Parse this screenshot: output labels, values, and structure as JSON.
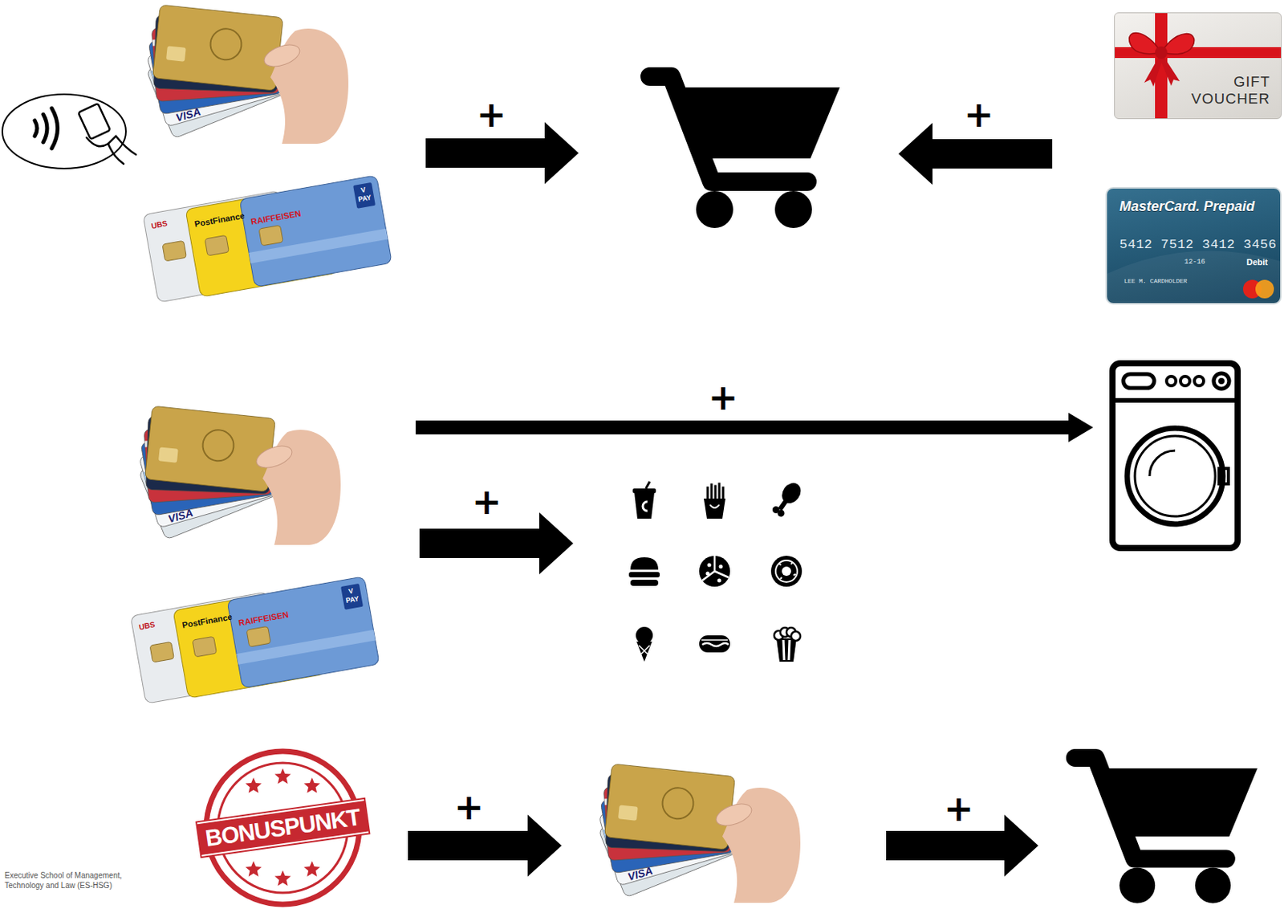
{
  "diagram": {
    "nodes": [
      {
        "text": [
          "GIFT VOUCHER"
        ]
      },
      {
        "text": [
          "MasterCard. Prepaid",
          "5412 7512 3412 3456",
          "12-16",
          "Debit",
          "LEE M. CARDHOLDER"
        ]
      },
      {
        "text": [
          "BONUSPUNKT"
        ]
      }
    ],
    "labels": [
      "VISA",
      "UBS",
      "PostFinance",
      "RAIFFEISEN",
      "V PAY",
      "+",
      "+",
      "+",
      "+",
      "VISA",
      "UBS",
      "PostFinance",
      "RAIFFEISEN",
      "V PAY",
      "+",
      "VISA",
      "+",
      "Executive School of Management, Technology and Law (ES-HSG)"
    ]
  }
}
